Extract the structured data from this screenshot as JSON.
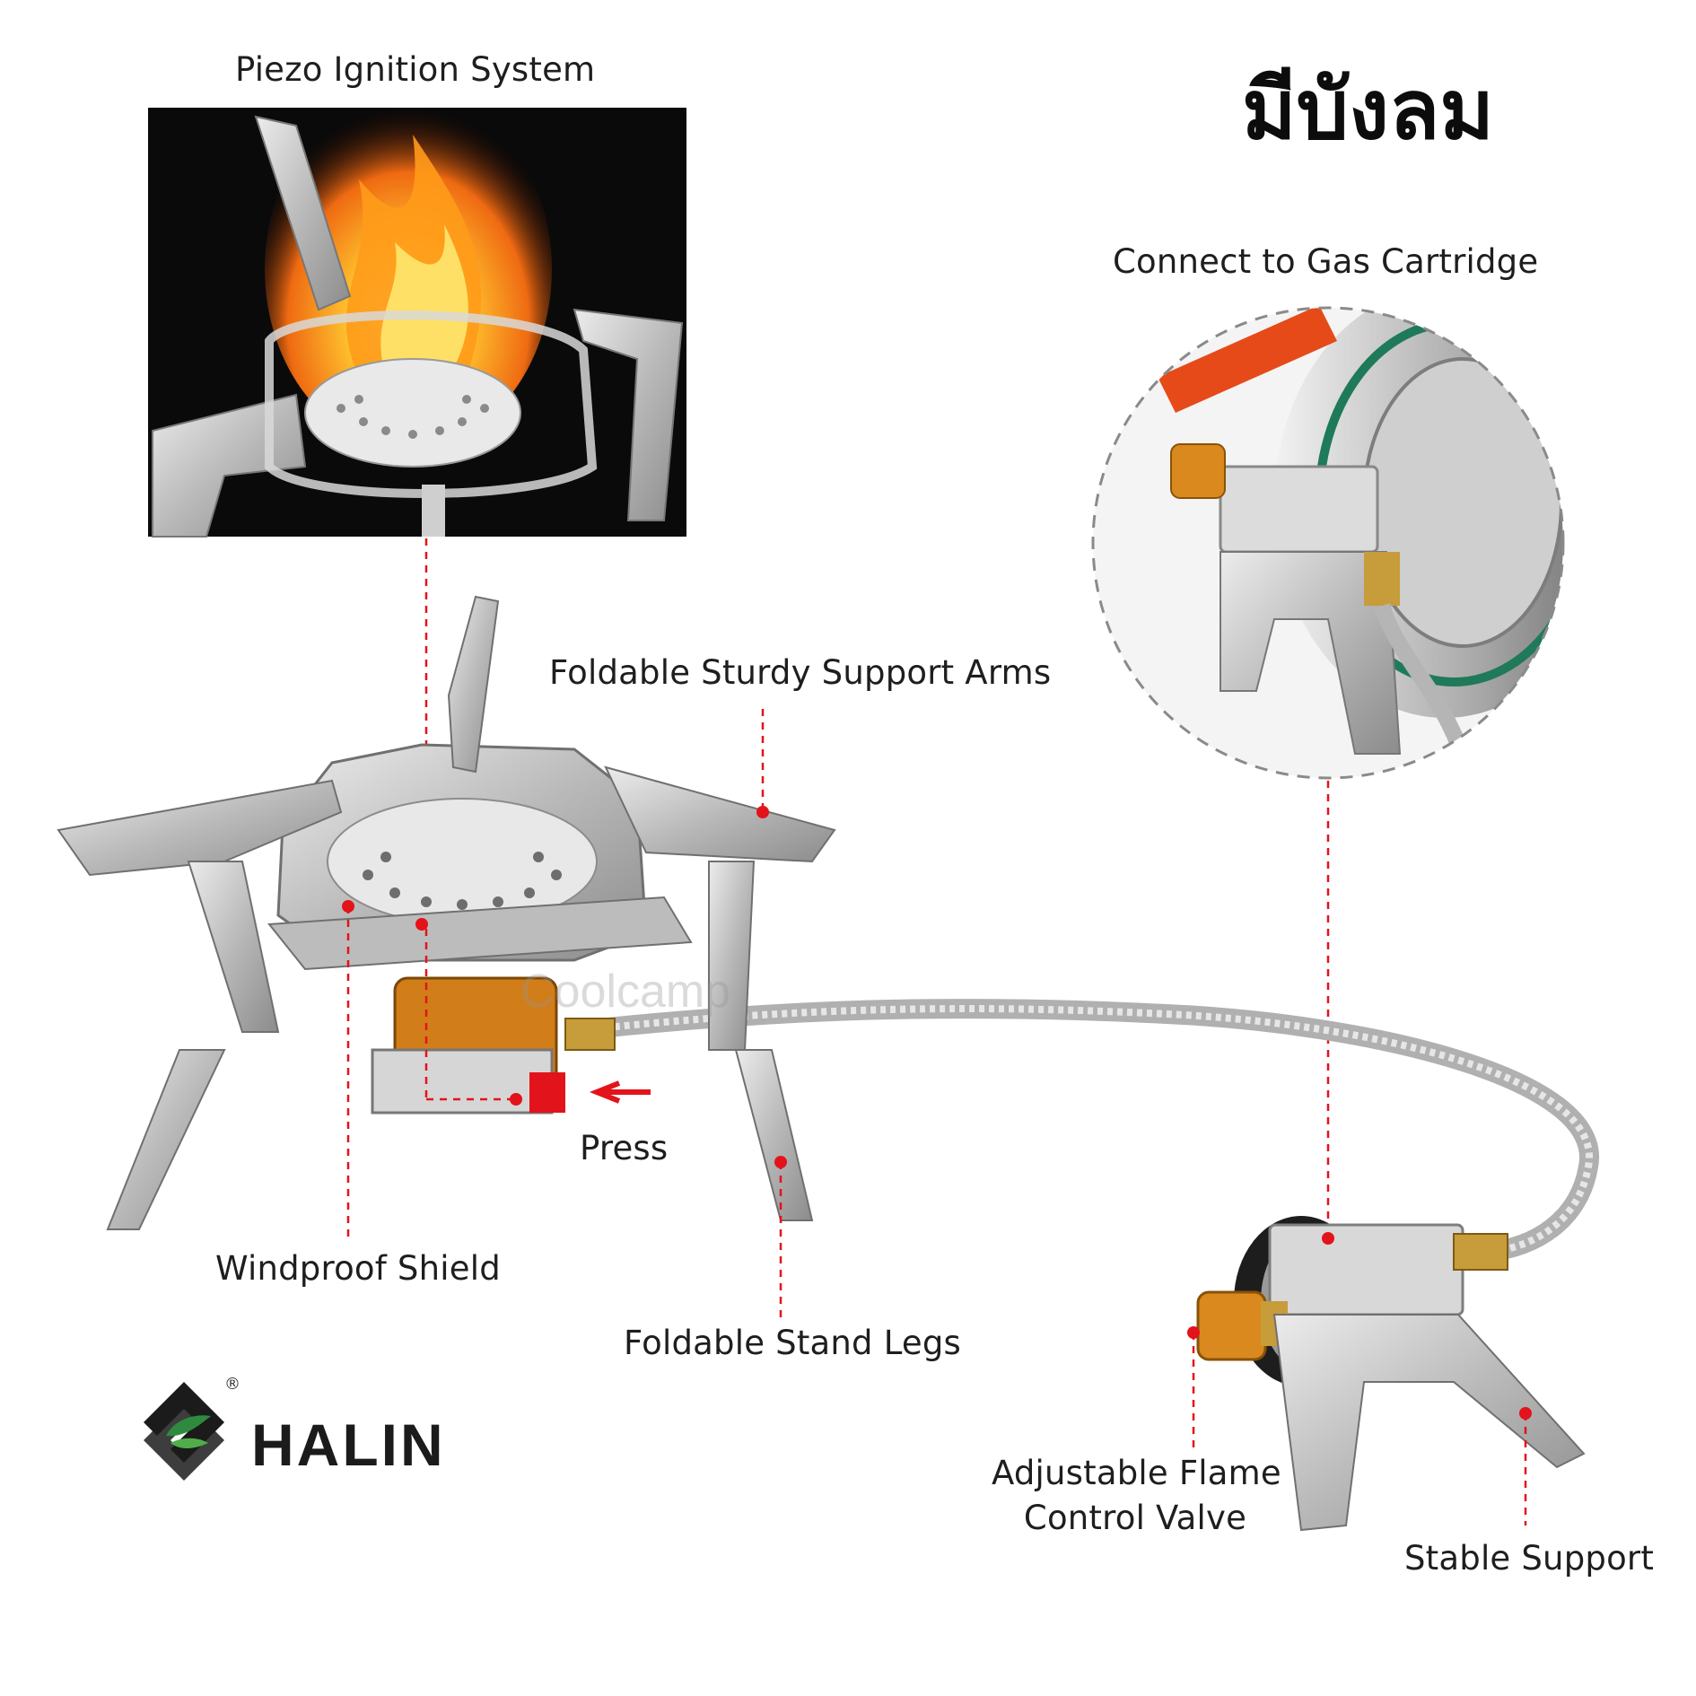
{
  "title_thai": "มีบังลม",
  "watermark": "Coolcamp",
  "labels": {
    "piezo": "Piezo Ignition System",
    "gas": "Connect to Gas Cartridge",
    "arms": "Foldable Sturdy Support Arms",
    "press": "Press",
    "shield": "Windproof Shield",
    "legs": "Foldable Stand Legs",
    "valve_line1": "Adjustable Flame",
    "valve_line2": "Control Valve",
    "support": "Stable Support"
  },
  "brand": {
    "name": "HALIN",
    "registered": "®"
  },
  "colors": {
    "marker": "#e3131b",
    "steel": "#c9c9c9",
    "brass": "#d9891e",
    "flame": "#f5a623"
  }
}
